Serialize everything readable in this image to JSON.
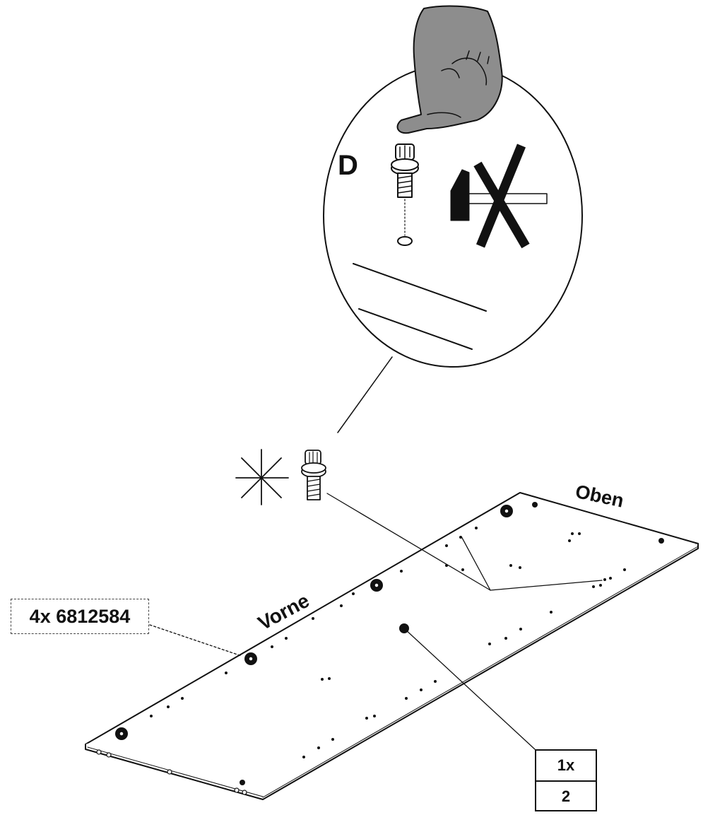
{
  "labels": {
    "step": "D",
    "top_side": "Oben",
    "front_side": "Vorne"
  },
  "part_callout": "4x 6812584",
  "quantity_box": {
    "quantity": "1x",
    "part_number": "2"
  },
  "icons": [
    "hand-pressing-icon",
    "screw-icon",
    "hammer-crossed-icon",
    "asterisk-icon",
    "panel-illustration"
  ]
}
